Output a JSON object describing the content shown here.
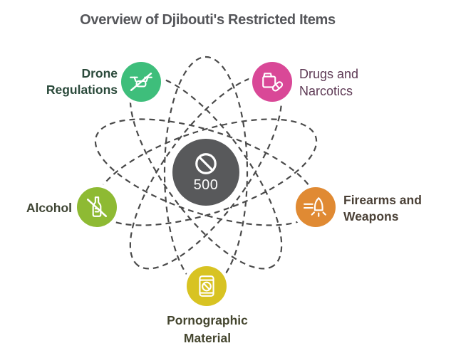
{
  "title": "Overview of Djibouti's Restricted Items",
  "colors": {
    "background": "#ffffff",
    "orbit_line": "#4a4a4a",
    "title_text": "#55565a",
    "icon_stroke": "#ffffff"
  },
  "center": {
    "value": "500",
    "icon": "prohibition-icon",
    "circle_color": "#58595b",
    "text_color": "#ffffff"
  },
  "nodes": [
    {
      "id": "drone-regulations",
      "lines": [
        "Drone",
        "Regulations"
      ],
      "icon": "no-drone-icon",
      "circle_color": "#3ebe7b",
      "label_color": "#2b4a3b"
    },
    {
      "id": "drugs-and-narcotics",
      "lines": [
        "Drugs and",
        "Narcotics"
      ],
      "icon": "medicine-box-pill-icon",
      "circle_color": "#d94897",
      "label_color": "#5e3a55"
    },
    {
      "id": "alcohol",
      "lines": [
        "Alcohol"
      ],
      "icon": "no-alcohol-icon",
      "circle_color": "#8eba33",
      "label_color": "#3e4433"
    },
    {
      "id": "firearms-and-weapons",
      "lines": [
        "Firearms and",
        "Weapons"
      ],
      "icon": "bullet-icon",
      "circle_color": "#e08a33",
      "label_color": "#4a4036"
    },
    {
      "id": "pornographic-material",
      "lines": [
        "Pornographic",
        "Material"
      ],
      "icon": "no-adult-content-icon",
      "circle_color": "#d8c322",
      "label_color": "#45462f"
    }
  ]
}
